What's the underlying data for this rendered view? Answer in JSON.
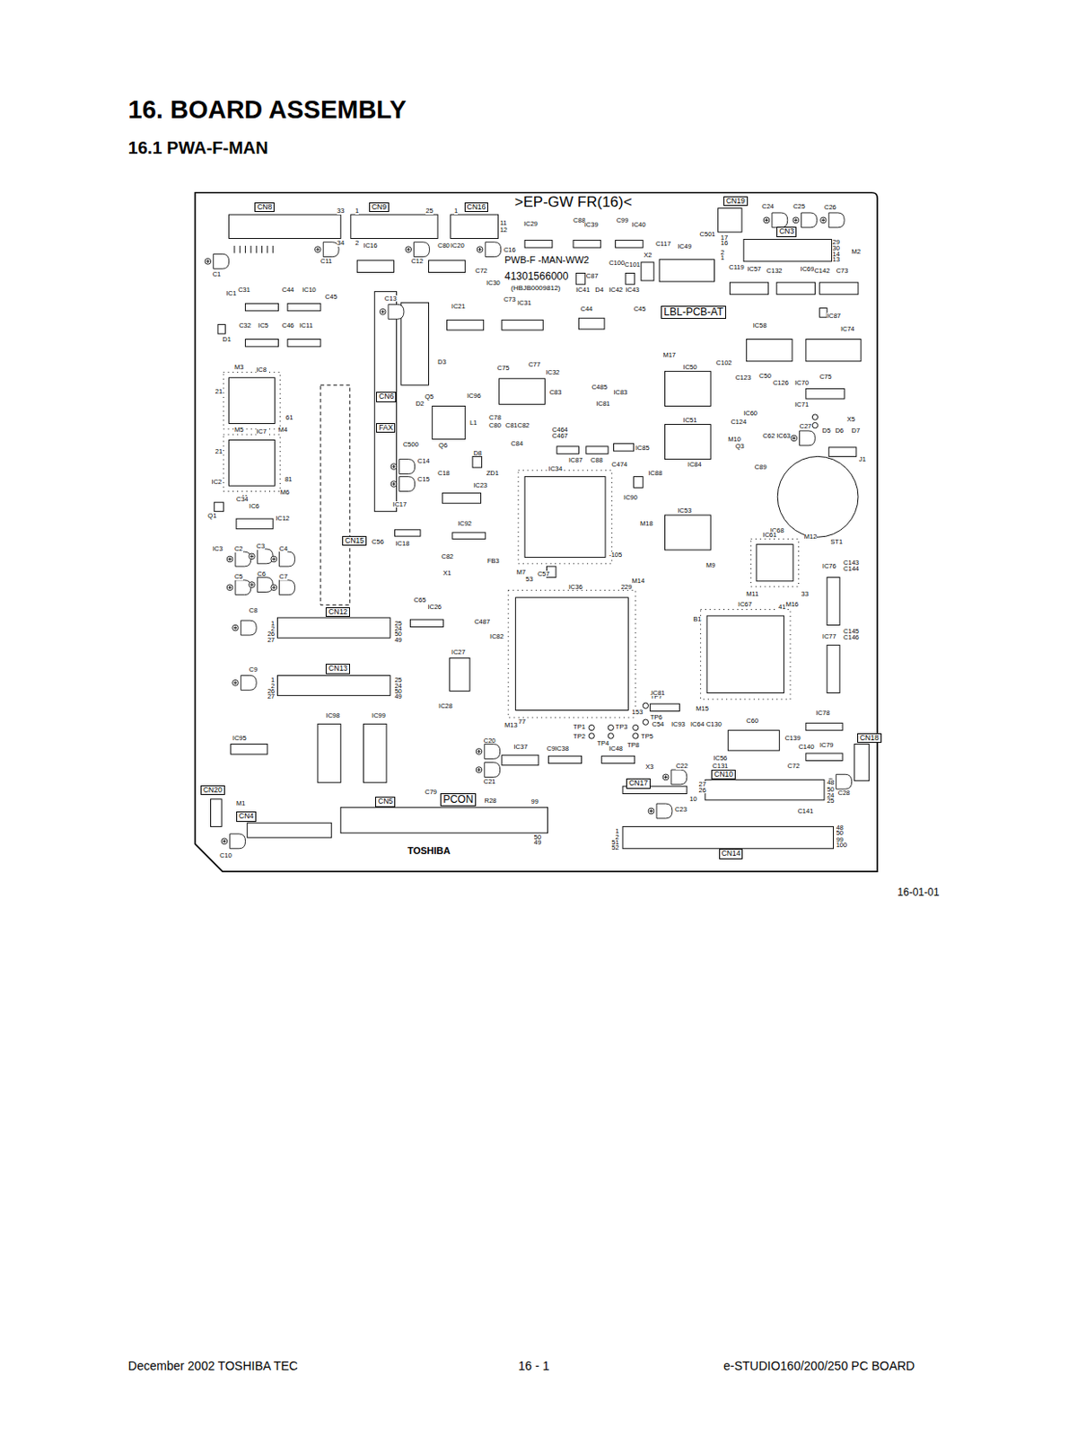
{
  "diagram": {
    "title": "16. BOARD ASSEMBLY",
    "nodes": [
      {
        "text": [
          "CN8"
        ]
      },
      {
        "text": [
          "CN9"
        ]
      },
      {
        "text": [
          "CN16"
        ]
      },
      {
        "text": [
          "CN19"
        ]
      },
      {
        "text": [
          "CN3"
        ]
      },
      {
        "text": [
          "CN6"
        ]
      },
      {
        "text": [
          "FAX"
        ]
      },
      {
        "text": [
          "CN15"
        ]
      },
      {
        "text": [
          "CN12"
        ]
      },
      {
        "text": [
          "CN13"
        ]
      },
      {
        "text": [
          "CN5"
        ]
      },
      {
        "text": [
          "PCON"
        ]
      },
      {
        "text": [
          "CN17"
        ]
      },
      {
        "text": [
          "CN10"
        ]
      },
      {
        "text": [
          "CN14"
        ]
      },
      {
        "text": [
          "CN18"
        ]
      },
      {
        "text": [
          "CN20"
        ]
      },
      {
        "text": [
          "CN4"
        ]
      },
      {
        "text": [
          "LBL-PCB-AT"
        ]
      }
    ],
    "labels": [
      "16.1 PWA-F-MAN",
      ">EP-GW FR(16)<",
      "PWB-F -MAN-WW2",
      "41301566000",
      "(HBJB0009812)",
      "TOSHIBA",
      "16-01-01",
      "December 2002 TOSHIBA TEC",
      "16 - 1",
      "e-STUDIO160/200/250 PC BOARD",
      "33",
      "34",
      "1",
      "2",
      "25",
      "1",
      "11",
      "12",
      "C1",
      "C11",
      "IC16",
      "C80",
      "C12",
      "IC20",
      "C16",
      "C72",
      "IC30",
      "IC29",
      "C88",
      "IC39",
      "C99",
      "IC40",
      "C117",
      "IC49",
      "X2",
      "C501",
      "C24",
      "C25",
      "C26",
      "17",
      "16",
      "2",
      "1",
      "29",
      "30",
      "14",
      "13",
      "M2",
      "C119",
      "IC57",
      "C132",
      "IC69",
      "C142",
      "C73",
      "IC1",
      "C31",
      "C44",
      "IC10",
      "C45",
      "C13",
      "IC21",
      "C73",
      "IC31",
      "C87",
      "C100",
      "C101",
      "IC41",
      "D4",
      "IC42",
      "IC43",
      "C44",
      "C45",
      "IC58",
      "IC87",
      "IC74",
      "C32",
      "IC5",
      "C46",
      "IC11",
      "D1",
      "M3",
      "IC8",
      "21",
      "61",
      "M5",
      "IC7",
      "M4",
      "21",
      "41",
      "81",
      "M6",
      "IC6",
      "IC2",
      "C34",
      "Q1",
      "IC12",
      "IC3",
      "C2",
      "C3",
      "C4",
      "C5",
      "C6",
      "C7",
      "C8",
      "C9",
      "IC95",
      "IC98",
      "IC99",
      "D3",
      "D2",
      "Q5",
      "IC96",
      "C500",
      "L1",
      "Q6",
      "D8",
      "C14",
      "C15",
      "C18",
      "ZD1",
      "IC23",
      "IC17",
      "IC92",
      "C56",
      "IC18",
      "X1",
      "C82",
      "FB3",
      "C65",
      "IC26",
      "C487",
      "IC82",
      "IC27",
      "IC28",
      "C20",
      "C21",
      "IC37",
      "C94",
      "IC38",
      "IC48",
      "C79",
      "R28",
      "C75",
      "C77",
      "IC32",
      "C78",
      "C80",
      "C81",
      "C82",
      "C83",
      "C84",
      "C485",
      "IC81",
      "IC83",
      "C464",
      "C467",
      "IC85",
      "M17",
      "IC50",
      "C102",
      "IC51",
      "IC84",
      "IC34",
      "IC87",
      "C88",
      "C474",
      "IC88",
      "IC90",
      "M7",
      "53",
      "C57",
      "-105",
      "IC36",
      "229",
      "M14",
      "M13",
      "77",
      "153",
      "TP7",
      "TP6",
      "TP1",
      "TP2",
      "TP4",
      "TP3",
      "TP8",
      "TP5",
      "C54",
      "IC93",
      "IC64",
      "C130",
      "IC81",
      "X3",
      "C22",
      "C23",
      "IC53",
      "M18",
      "M9",
      "B1",
      "IC67",
      "M11",
      "41",
      "M16",
      "M15",
      "C60",
      "IC56",
      "C131",
      "C139",
      "C140",
      "C72",
      "IC78",
      "IC79",
      "C141",
      "C28",
      "C123",
      "C50",
      "C126",
      "IC70",
      "C75",
      "IC71",
      "IC60",
      "C124",
      "C62",
      "IC63",
      "M10",
      "Q3",
      "C27",
      "D5",
      "D6",
      "D7",
      "X5",
      "J1",
      "C89",
      "ST1",
      "IC68",
      "M12",
      "IC61",
      "33",
      "IC76",
      "C143",
      "C144",
      "IC77",
      "C145",
      "C146",
      "M1",
      "99",
      "50",
      "49",
      "10",
      "1",
      "2",
      "51",
      "52",
      "48",
      "50",
      "24",
      "25",
      "48",
      "50",
      "99",
      "100",
      "27",
      "26",
      "C10",
      "1",
      "2",
      "26",
      "27",
      "25",
      "24",
      "50",
      "49",
      "1",
      "2",
      "26",
      "27",
      "25",
      "24",
      "50",
      "49"
    ]
  }
}
